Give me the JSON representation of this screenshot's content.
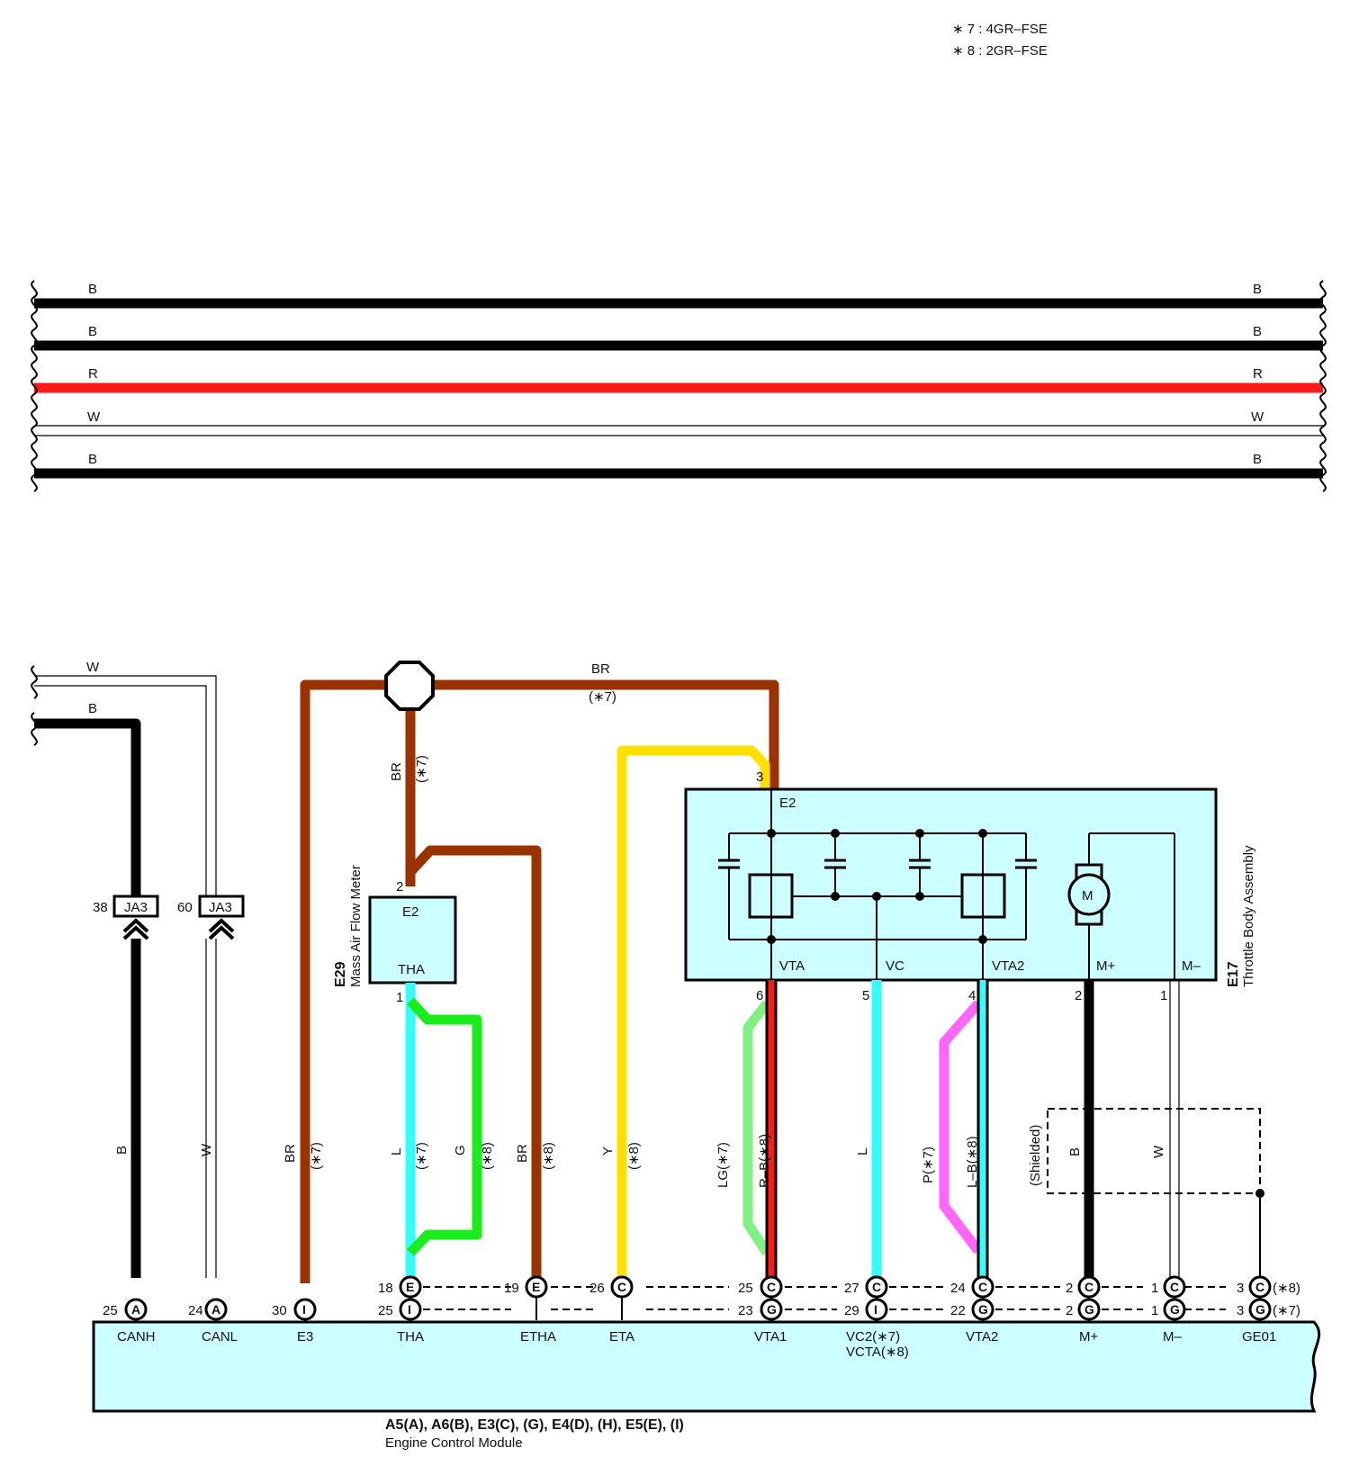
{
  "notes": [
    "∗ 7 : 4GR–FSE",
    "∗ 8 : 2GR–FSE"
  ],
  "colors": {
    "B": "#000000",
    "W": "#ffffff",
    "R": "#ff1a1a",
    "BR": "#993300",
    "L": "#33ffff",
    "G": "#1aee1a",
    "Y": "#ffe000",
    "LG": "#80f080",
    "P": "#ff66ff",
    "module_fill": "#ccffff",
    "line": "#000000"
  },
  "bus": {
    "left_labels": [
      "B",
      "B",
      "R",
      "W",
      "B"
    ],
    "right_labels": [
      "B",
      "B",
      "R",
      "W",
      "B"
    ]
  },
  "top_wires": {
    "W": "W",
    "B": "B",
    "BR": "BR",
    "BR_note": "(∗7)",
    "BR_vertical": "BR",
    "BR_vertical_note": "(∗7)"
  },
  "connectors": {
    "ja3_left": {
      "pin": "38",
      "label": "JA3"
    },
    "ja3_right": {
      "pin": "60",
      "label": "JA3"
    }
  },
  "mass_air_flow": {
    "id": "E29",
    "name": "Mass Air Flow Meter",
    "terminals": [
      "E2",
      "THA"
    ],
    "pins": [
      "2",
      "1"
    ]
  },
  "throttle_body": {
    "id": "E17",
    "name": "Throttle Body Assembly",
    "pin_top": "3",
    "top_terminal": "E2",
    "motor": "M",
    "terminals": [
      "VTA",
      "VC",
      "VTA2",
      "M+",
      "M–"
    ],
    "pins": [
      "6",
      "5",
      "4",
      "2",
      "1"
    ]
  },
  "wire_labels": {
    "canh": "B",
    "canl": "W",
    "e3": "BR",
    "e3_note": "(∗7)",
    "tha_l": "L",
    "tha_l_note": "(∗7)",
    "tha_g": "G",
    "tha_g_note": "(∗8)",
    "etha": "BR",
    "etha_note": "(∗8)",
    "eta": "Y",
    "eta_note": "(∗8)",
    "vta_lg": "LG(∗7)",
    "vta_rb": "R–B(∗8)",
    "vc": "L",
    "vta2_p": "P(∗7)",
    "vta2_lb": "L–B(∗8)",
    "mplus": "B",
    "mminus": "W",
    "shielded": "(Shielded)"
  },
  "ecm_pins": {
    "canh": {
      "pin": "25",
      "code": "A"
    },
    "canl": {
      "pin": "24",
      "code": "A"
    },
    "e3": {
      "pin": "30",
      "code": "I"
    },
    "tha_top": {
      "pin": "18",
      "code": "E"
    },
    "tha_bot": {
      "pin": "25",
      "code": "I"
    },
    "etha": {
      "pin": "19",
      "code": "E"
    },
    "eta": {
      "pin": "26",
      "code": "C"
    },
    "vta1_top": {
      "pin": "25",
      "code": "C"
    },
    "vta1_bot": {
      "pin": "23",
      "code": "G"
    },
    "vc2_top": {
      "pin": "27",
      "code": "C"
    },
    "vc2_bot": {
      "pin": "29",
      "code": "I"
    },
    "vta2_top": {
      "pin": "24",
      "code": "C"
    },
    "vta2_bot": {
      "pin": "22",
      "code": "G"
    },
    "mplus_top": {
      "pin": "2",
      "code": "C"
    },
    "mplus_bot": {
      "pin": "2",
      "code": "G"
    },
    "mminus_top": {
      "pin": "1",
      "code": "C"
    },
    "mminus_bot": {
      "pin": "1",
      "code": "G"
    },
    "ge01_top": {
      "pin": "3",
      "code": "C",
      "note": "(∗8)"
    },
    "ge01_bot": {
      "pin": "3",
      "code": "G",
      "note": "(∗7)"
    }
  },
  "ecm": {
    "terminals": [
      "CANH",
      "CANL",
      "E3",
      "THA",
      "ETHA",
      "ETA",
      "VTA1",
      "VC2(∗7)",
      "VCTA(∗8)",
      "VTA2",
      "M+",
      "M–",
      "GE01"
    ],
    "connectors": "A5(A), A6(B), E3(C), (G), E4(D), (H), E5(E), (I)",
    "name": "Engine Control Module"
  }
}
